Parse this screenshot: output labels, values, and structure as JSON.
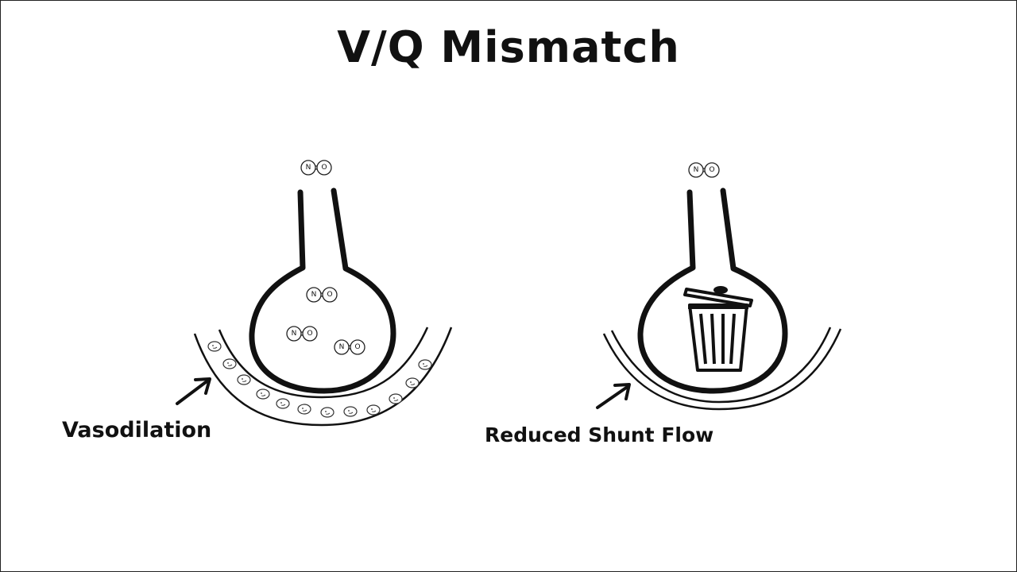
{
  "title": "V/Q Mismatch",
  "left_panel": {
    "label": "Vasodilation",
    "molecules": [
      "N",
      "O"
    ]
  },
  "right_panel": {
    "label": "Reduced Shunt Flow",
    "molecules": [
      "N",
      "O"
    ],
    "icon": "trash-can-icon"
  },
  "colors": {
    "ink": "#111111",
    "background": "#ffffff"
  }
}
